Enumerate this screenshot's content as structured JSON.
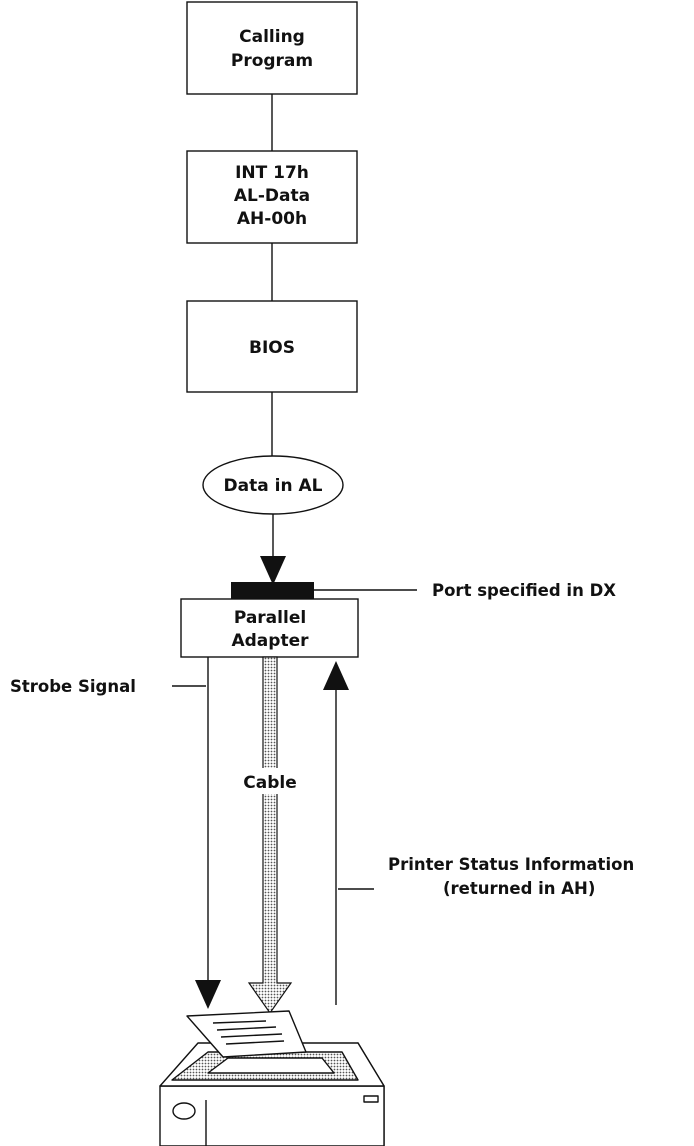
{
  "nodes": {
    "calling_program": {
      "line1": "Calling",
      "line2": "Program"
    },
    "int17h": {
      "line1": "INT 17h",
      "line2": "AL-Data",
      "line3": "AH-00h"
    },
    "bios": {
      "label": "BIOS"
    },
    "data_in_al": {
      "label": "Data in AL"
    },
    "parallel_adapter": {
      "line1": "Parallel",
      "line2": "Adapter"
    }
  },
  "labels": {
    "port": "Port specified in DX",
    "strobe": "Strobe Signal",
    "cable": "Cable",
    "status_line1": "Printer Status Information",
    "status_line2": "(returned in AH)"
  },
  "colors": {
    "ink": "#111111",
    "stipple": "#9a9a9a"
  },
  "icons": {
    "printer": "printer-icon",
    "paper": "paper-sheet-icon"
  }
}
